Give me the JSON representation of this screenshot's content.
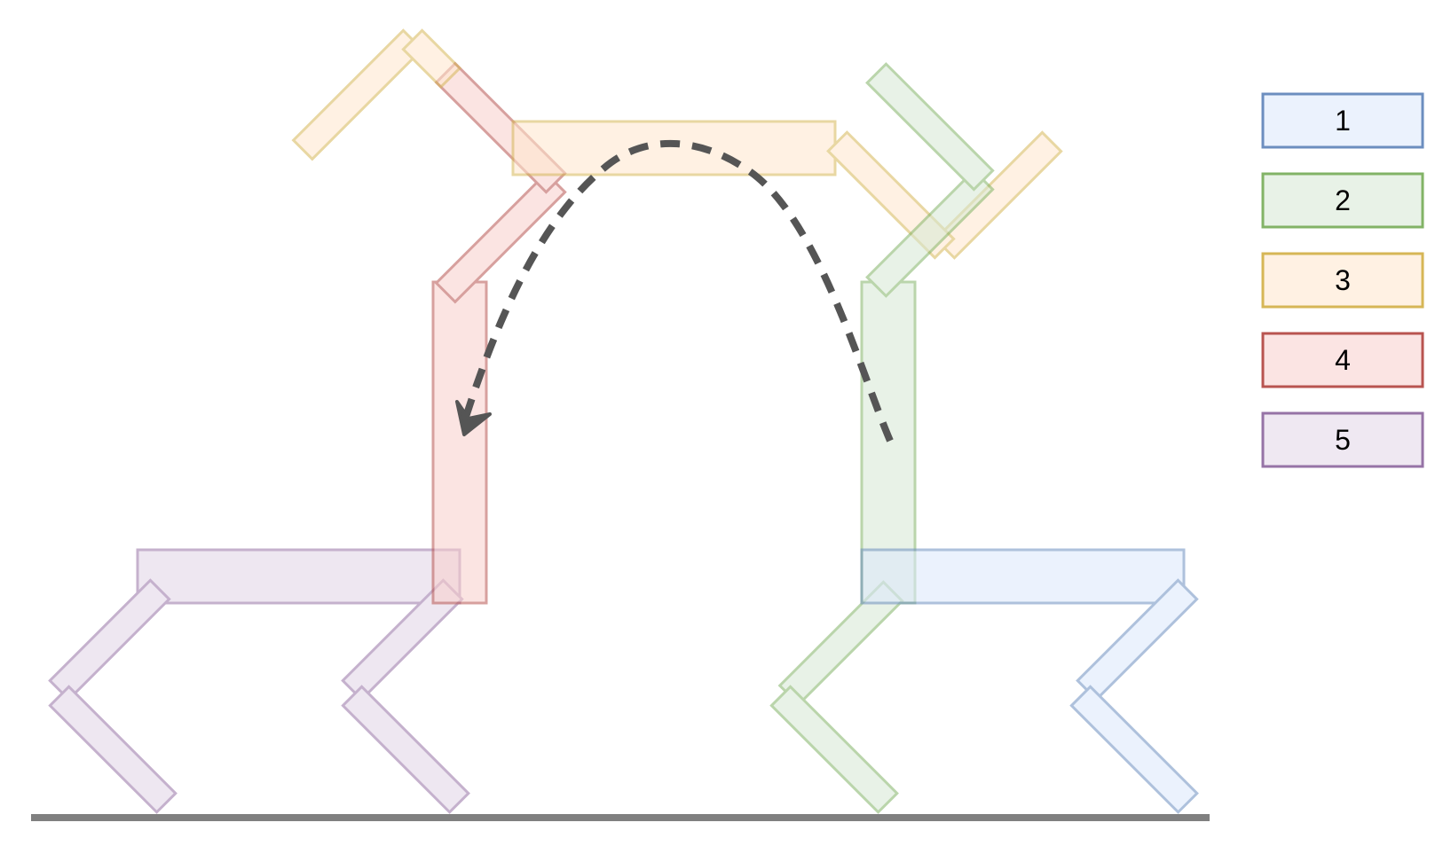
{
  "colors": {
    "stage1": {
      "fill": "#dae8fc",
      "stroke": "#6c8ebf"
    },
    "stage2": {
      "fill": "#d5e8d4",
      "stroke": "#82b366"
    },
    "stage3": {
      "fill": "#ffe6cc",
      "stroke": "#d6b656"
    },
    "stage4": {
      "fill": "#f8cecc",
      "stroke": "#b85450"
    },
    "stage5": {
      "fill": "#e1d5e7",
      "stroke": "#9673a6"
    },
    "ground": "#808080",
    "arrow": "#555555"
  },
  "legend": [
    {
      "label": "1",
      "stage": "stage1"
    },
    {
      "label": "2",
      "stage": "stage2"
    },
    {
      "label": "3",
      "stage": "stage3"
    },
    {
      "label": "4",
      "stage": "stage4"
    },
    {
      "label": "5",
      "stage": "stage5"
    }
  ]
}
